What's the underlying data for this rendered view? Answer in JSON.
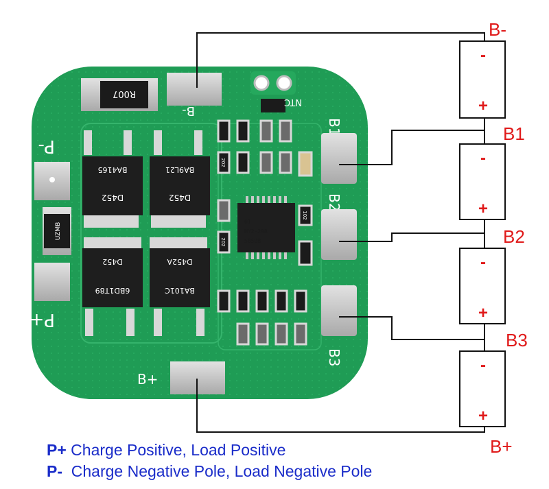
{
  "labels": {
    "b_minus": "B-",
    "b1": "B1",
    "b2": "B2",
    "b3": "B3",
    "b_plus": "B+"
  },
  "cell_signs": {
    "minus": "-",
    "plus": "+"
  },
  "silkscreen": {
    "p_minus": "P-",
    "p_plus": "P+",
    "b_minus": "B-",
    "b_plus": "B+",
    "b1": "B1",
    "b2": "B2",
    "b3": "B3",
    "ntc": "NTC"
  },
  "components": {
    "shunt": "R007",
    "mosfet1": "D452",
    "mosfet2": "D452",
    "mosfet1_code": "BA4165",
    "mosfet2_code": "BA9L21",
    "mosfet3": "D452",
    "mosfet4": "D452A",
    "mosfet3_code": "6BD1T89",
    "mosfet4_code": "BA101C",
    "diode": "UZMB",
    "ic_line1": "01",
    "ic_line2": "HY2-208",
    "ic_line3": "5050B",
    "res_a": "102",
    "res_b": "202"
  },
  "legend": [
    {
      "key": "P+",
      "text": " Charge Positive, Load Positive"
    },
    {
      "key": "P-",
      "text": "  Charge Negative Pole, Load Negative Pole"
    }
  ],
  "colors": {
    "board": "#1f9c55",
    "board_dark": "#177a40",
    "pad": "#c9c9c9",
    "label": "#e01a1a",
    "legend": "#1a2cc9",
    "wire": "#111111"
  }
}
